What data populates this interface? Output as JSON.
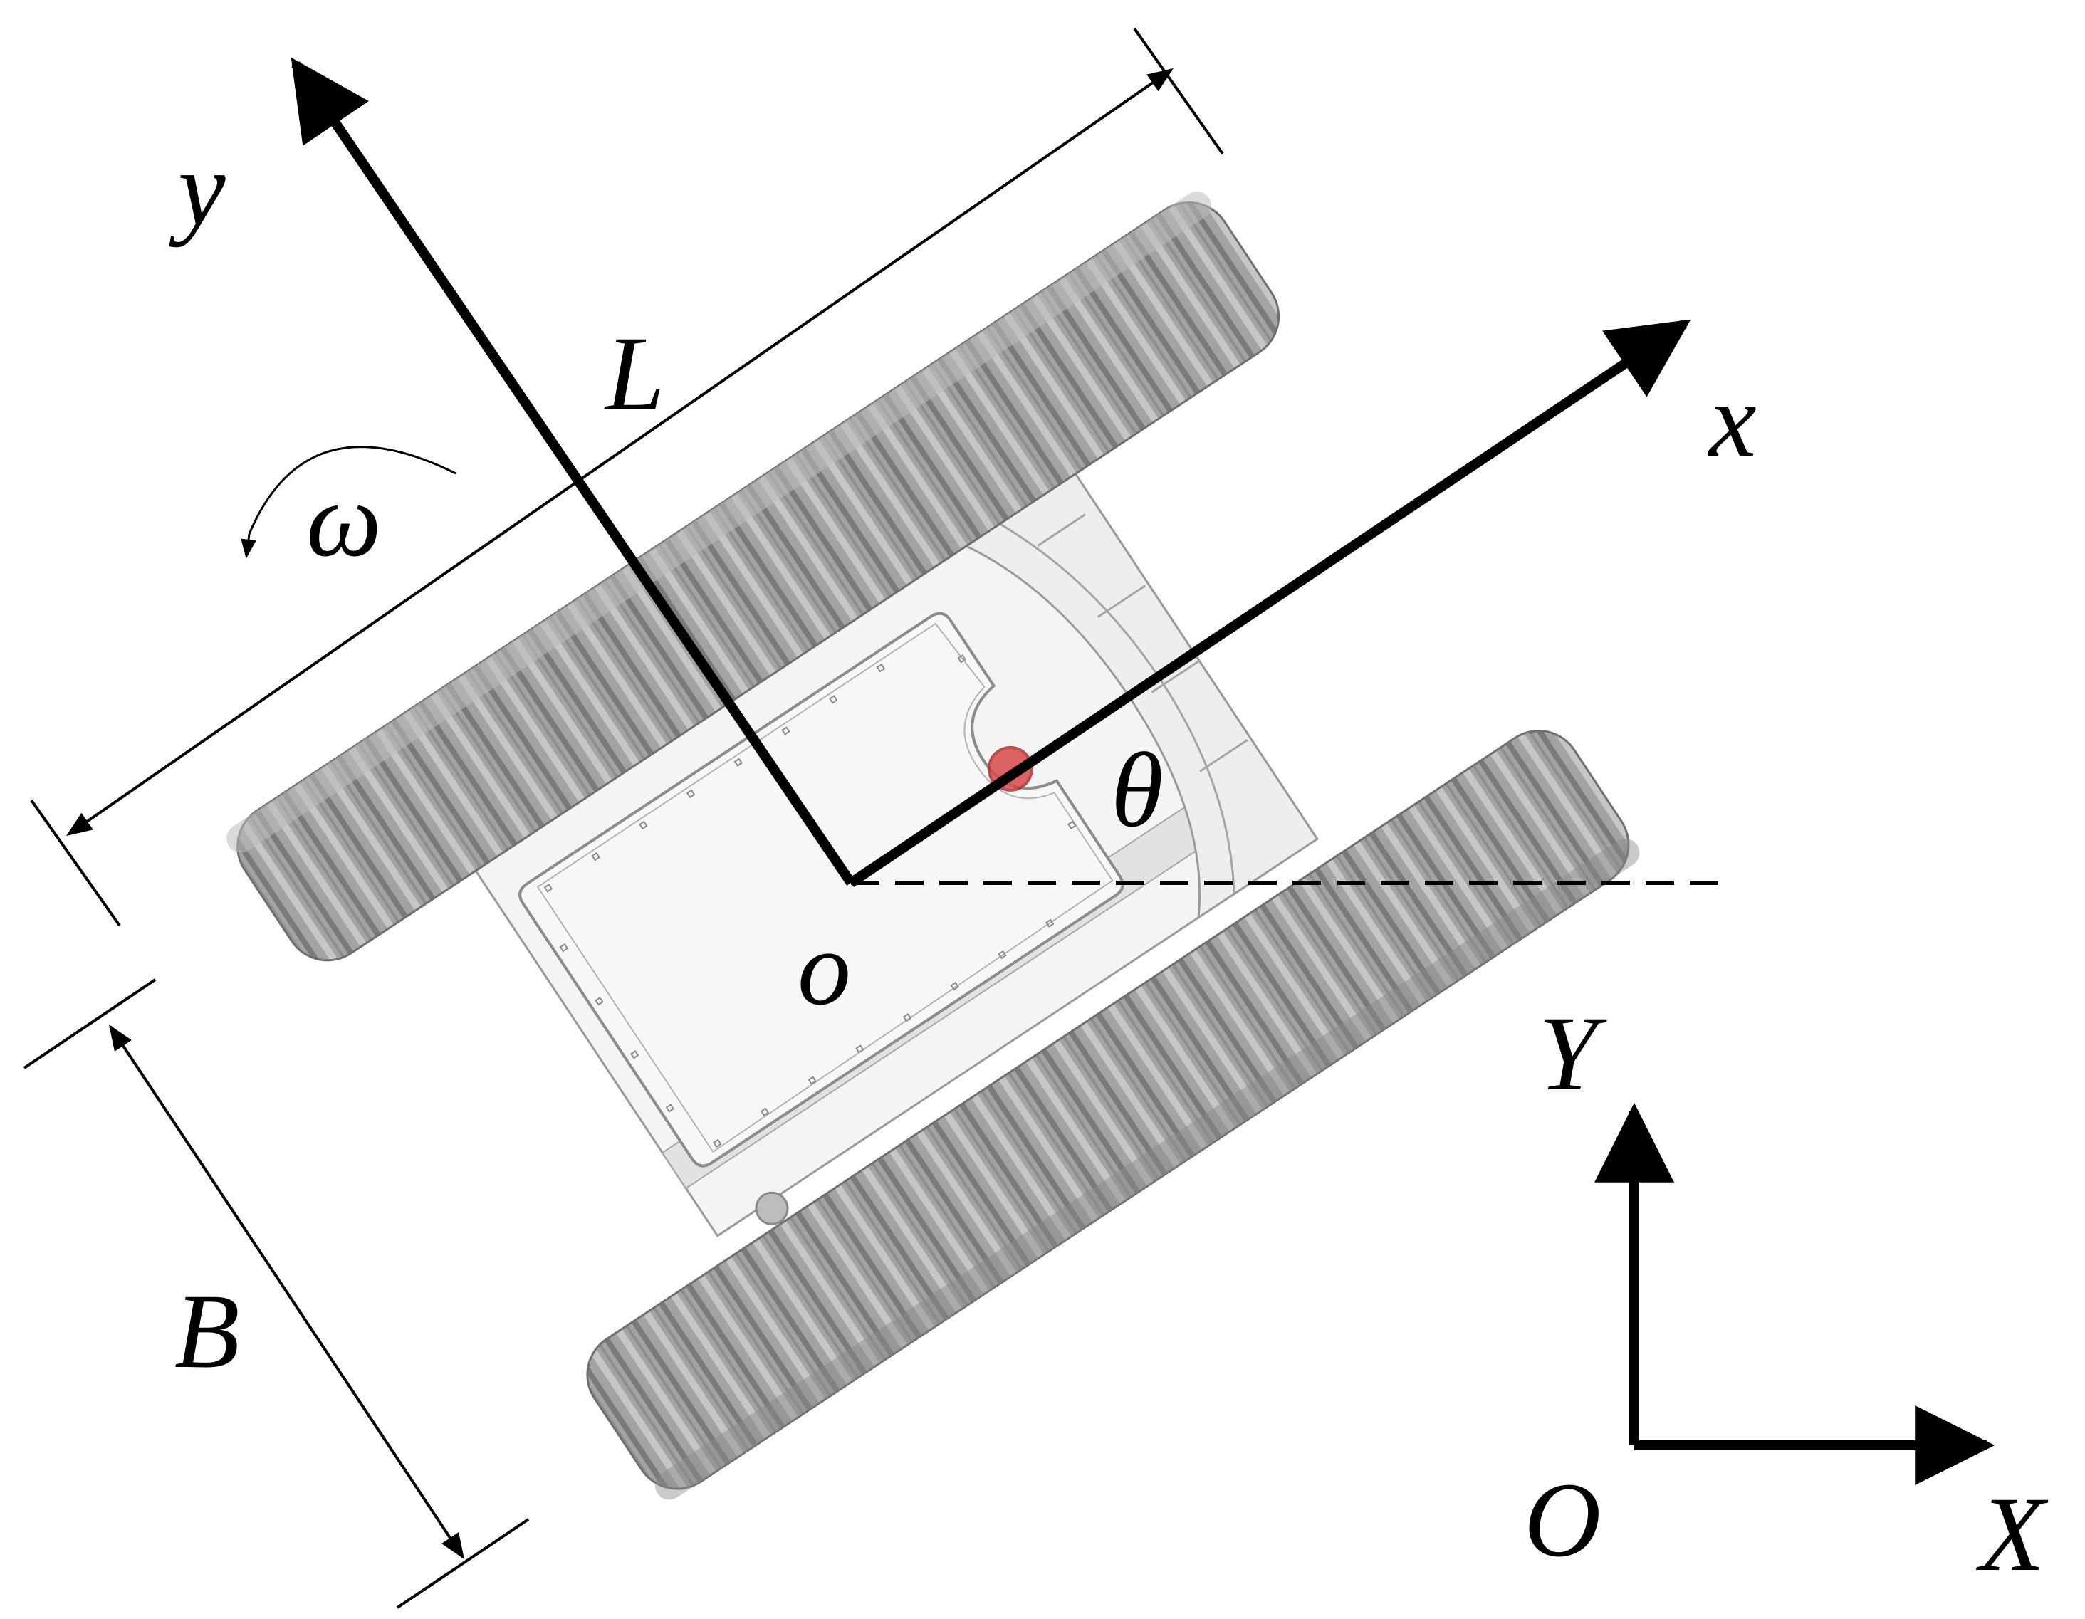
{
  "labels": {
    "body_x": "x",
    "body_y": "y",
    "body_origin": "o",
    "length": "L",
    "width": "B",
    "angular_velocity": "ω",
    "heading": "θ",
    "world_X": "X",
    "world_Y": "Y",
    "world_origin": "O"
  },
  "colors": {
    "arrow": "#000000",
    "track": "#9a9a9a",
    "track_dark": "#6f6f6f",
    "chassis": "#f2f2f2",
    "chassis_line": "#8c8c8c",
    "marker": "#d94a4a"
  }
}
